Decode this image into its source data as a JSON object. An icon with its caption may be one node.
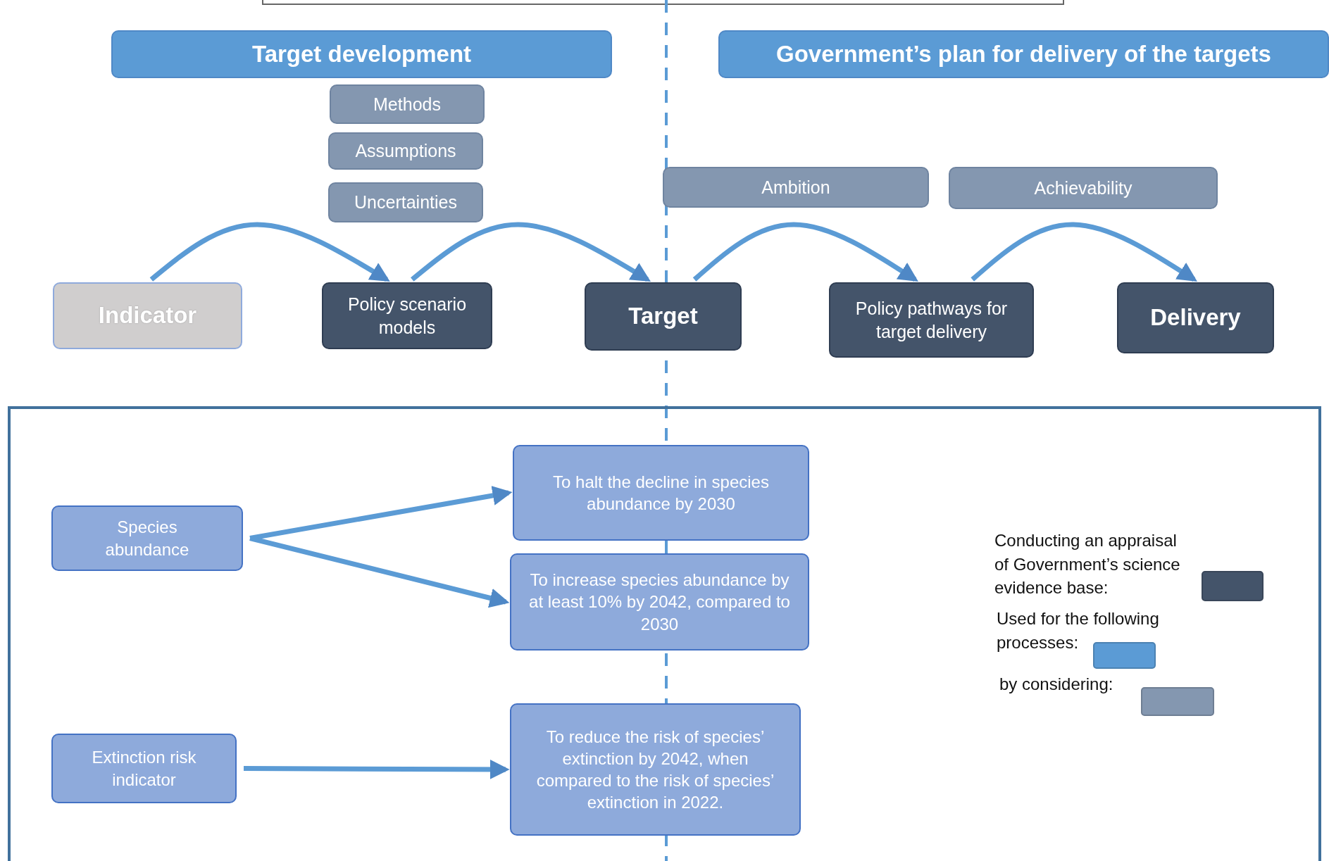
{
  "diagram": {
    "nodes": [
      {
        "text": [
          "Target development"
        ]
      },
      {
        "text": [
          "Government’s plan for delivery of the targets"
        ]
      },
      {
        "text": [
          "Methods"
        ]
      },
      {
        "text": [
          "Assumptions"
        ]
      },
      {
        "text": [
          "Uncertainties"
        ]
      },
      {
        "text": [
          "Ambition"
        ]
      },
      {
        "text": [
          "Achievability"
        ]
      },
      {
        "text": [
          "Indicator"
        ]
      },
      {
        "text": [
          "Policy scenario models"
        ]
      },
      {
        "text": [
          "Target"
        ]
      },
      {
        "text": [
          "Policy pathways for target delivery"
        ]
      },
      {
        "text": [
          "Delivery"
        ]
      },
      {
        "text": [
          "Species abundance"
        ]
      },
      {
        "text": [
          "To halt the decline in species abundance by 2030"
        ]
      },
      {
        "text": [
          "To increase species abundance by at least 10% by 2042, compared to 2030"
        ]
      },
      {
        "text": [
          "Extinction risk indicator"
        ]
      },
      {
        "text": [
          "To reduce the risk of species’ extinction by 2042, when compared to the risk of species’ extinction in 2022."
        ]
      }
    ],
    "edges": [
      {
        "from": 7,
        "to": 8,
        "arrow": "to"
      },
      {
        "from": 8,
        "to": 9,
        "arrow": "to"
      },
      {
        "from": 9,
        "to": 10,
        "arrow": "to"
      },
      {
        "from": 10,
        "to": 11,
        "arrow": "to"
      },
      {
        "from": 12,
        "to": 13,
        "arrow": "to"
      },
      {
        "from": 12,
        "to": 14,
        "arrow": "to"
      },
      {
        "from": 15,
        "to": 16,
        "arrow": "to"
      }
    ],
    "legend": [
      {
        "text": "Conducting an appraisal of Government’s science evidence base:",
        "color": "#44546a"
      },
      {
        "text": "Used for the following processes:",
        "color": "#5b9bd5"
      },
      {
        "text": "by considering:",
        "color": "#8497b0"
      }
    ]
  }
}
